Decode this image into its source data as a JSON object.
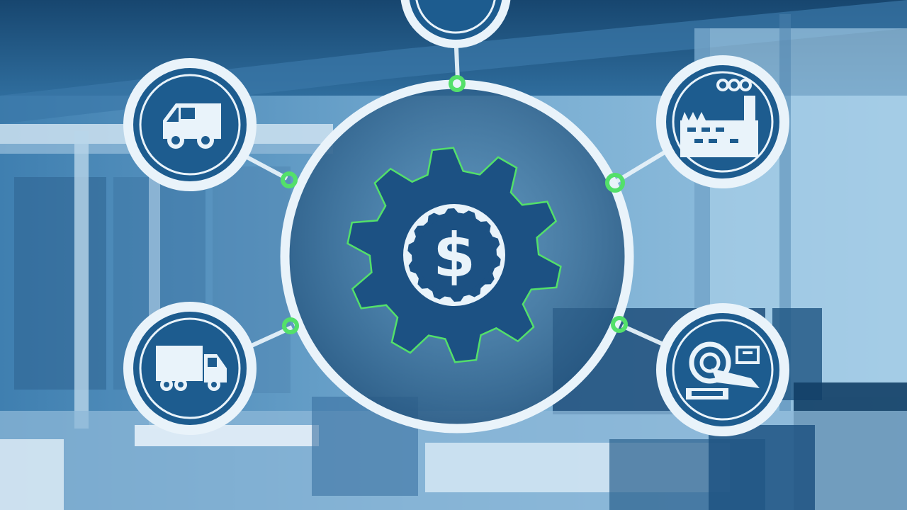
{
  "scene": {
    "description_free": true,
    "colors": {
      "node_fill": "#1d5c8f",
      "node_ring": "#e9f3fa",
      "connector_accent": "#53e06a",
      "gear_fill": "#1c5183",
      "background_tint": "#5f97c0"
    },
    "center": {
      "icon": "gear-dollar-icon",
      "glyph": "$"
    },
    "nodes": [
      {
        "id": "top",
        "icon": "globe-icon"
      },
      {
        "id": "upper-left",
        "icon": "delivery-van-icon"
      },
      {
        "id": "lower-left",
        "icon": "box-truck-icon"
      },
      {
        "id": "upper-right",
        "icon": "factory-icon"
      },
      {
        "id": "lower-right",
        "icon": "robot-arm-machine-icon"
      }
    ]
  }
}
